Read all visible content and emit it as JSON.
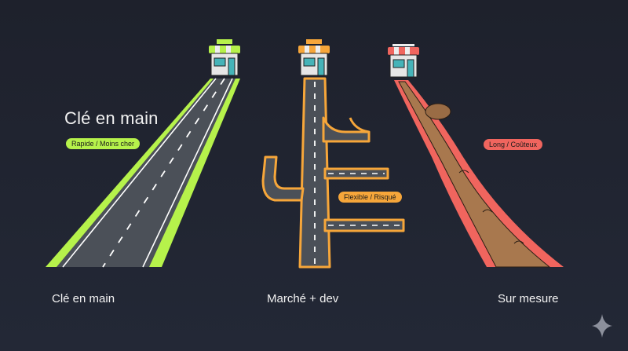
{
  "heading": "Clé en main",
  "paths": [
    {
      "id": "turnkey",
      "title": "Clé en main",
      "badge": "Rapide / Moins cher",
      "color": "#b6f24b",
      "road": "straight-highway"
    },
    {
      "id": "market-dev",
      "title": "Marché + dev",
      "badge": "Flexible / Risqué",
      "color": "#f6a63a",
      "road": "branching-road"
    },
    {
      "id": "custom",
      "title": "Sur mesure",
      "badge": "Long / Coûteux",
      "color": "#f0655e",
      "road": "dirt-path"
    }
  ],
  "icons": {
    "destination": "storefront-icon",
    "corner": "sparkle-icon"
  },
  "colors": {
    "background": "#1f2330",
    "asphalt": "#4a4f58",
    "dirt": "#a8784e",
    "lane": "#ffffff"
  }
}
